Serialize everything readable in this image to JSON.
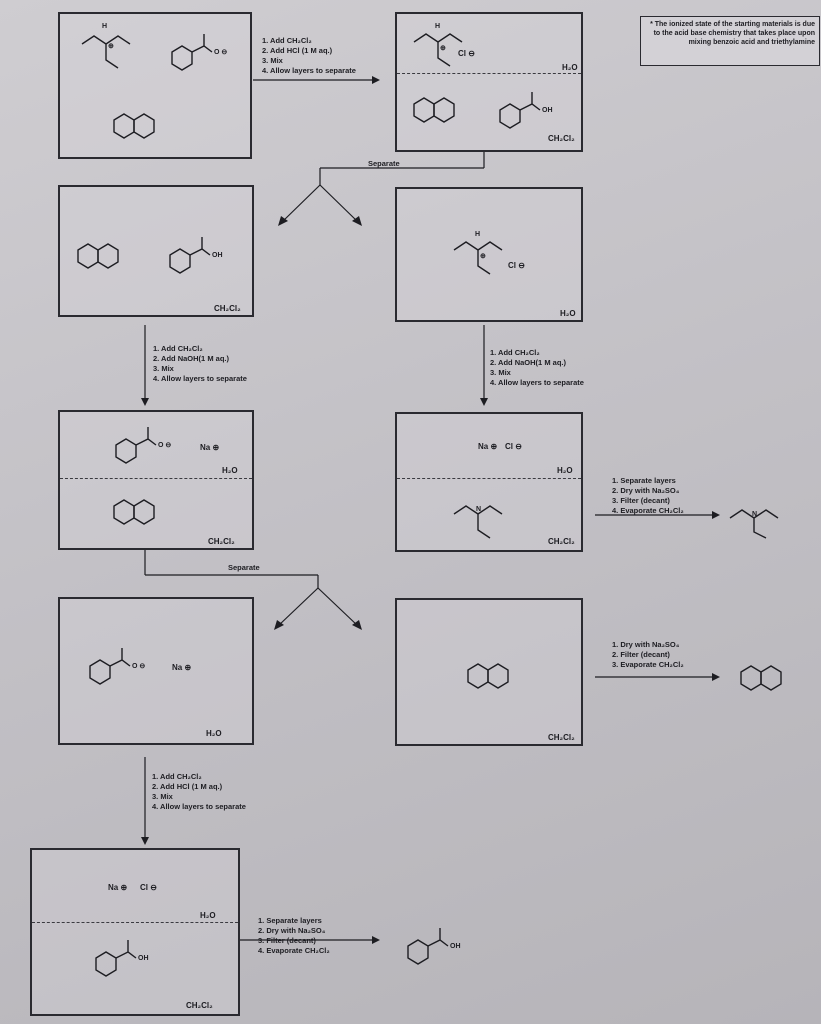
{
  "note": "* The ionized state of the starting materials is due to the acid base chemistry that takes place upon mixing benzoic acid and triethylamine",
  "labels": {
    "water": "H₂O",
    "dcm": "CH₂Cl₂",
    "separate": "Separate",
    "oh": "OH",
    "o_minus": "O ⊖",
    "na_plus": "Na ⊕",
    "cl_minus": "Cl ⊖",
    "n": "N",
    "h": "H",
    "plus": "⊕",
    "o": "O"
  },
  "procedures": {
    "acid_wash": [
      "1. Add CH₂Cl₂",
      "2. Add HCl (1 M aq.)",
      "3. Mix",
      "4. Allow layers to separate"
    ],
    "base_wash_left": [
      "1. Add CH₂Cl₂",
      "2. Add NaOH(1 M aq.)",
      "3. Mix",
      "4. Allow layers to separate"
    ],
    "base_wash_right": [
      "1. Add CH₂Cl₂",
      "2. Add NaOH(1 M aq.)",
      "3. Mix",
      "4. Allow layers to separate"
    ],
    "isolate_amine": [
      "1. Separate layers",
      "2. Dry with Na₂SO₄",
      "3. Filter (decant)",
      "4. Evaporate CH₂Cl₂"
    ],
    "isolate_naphthalene": [
      "1. Dry with Na₂SO₄",
      "2. Filter (decant)",
      "3. Evaporate CH₂Cl₂"
    ],
    "acidify": [
      "1. Add CH₂Cl₂",
      "2. Add HCl (1 M aq.)",
      "3. Mix",
      "4. Allow layers to separate"
    ],
    "isolate_acid": [
      "1. Separate layers",
      "2. Dry with Na₂SO₄",
      "3. Filter (decant)",
      "4. Evaporate CH₂Cl₂"
    ]
  }
}
